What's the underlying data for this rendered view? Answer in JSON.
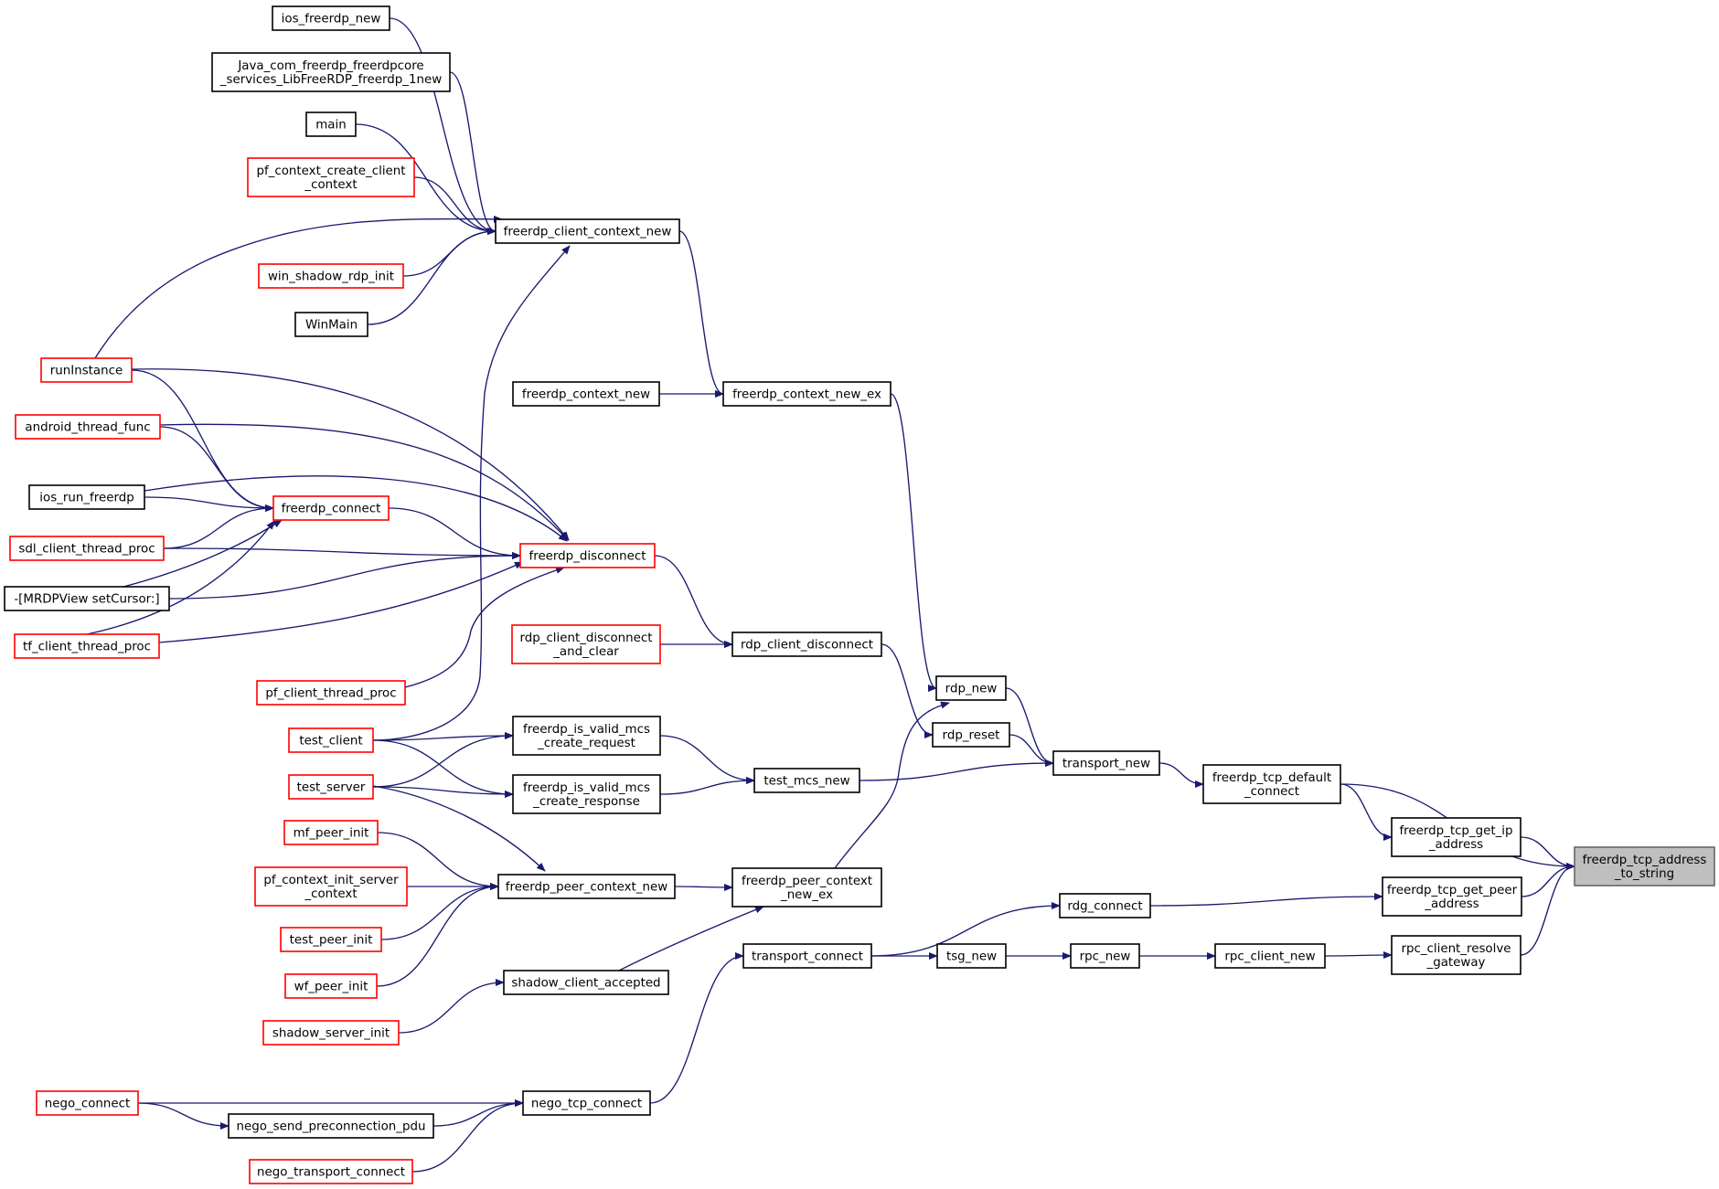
{
  "title": "",
  "legend": {
    "black_border": "",
    "red_border": ""
  },
  "colors": {
    "edge": "#191970",
    "node_border": "#000000",
    "truncated_node_border": "#ff0000",
    "root_fill": "#bfbfbf",
    "root_border": "#666666"
  },
  "nodes": [
    {
      "id": "n_root",
      "lines": [
        "freerdp_tcp_address",
        "_to_string"
      ],
      "style": "root"
    },
    {
      "id": "n_tcp_default_connect",
      "lines": [
        "freerdp_tcp_default",
        "_connect"
      ],
      "style": "plain"
    },
    {
      "id": "n_tcp_get_ip",
      "lines": [
        "freerdp_tcp_get_ip",
        "_address"
      ],
      "style": "plain"
    },
    {
      "id": "n_tcp_get_peer",
      "lines": [
        "freerdp_tcp_get_peer",
        "_address"
      ],
      "style": "plain"
    },
    {
      "id": "n_rpc_resolve",
      "lines": [
        "rpc_client_resolve",
        "_gateway"
      ],
      "style": "plain"
    },
    {
      "id": "n_transport_new",
      "lines": [
        "transport_new"
      ],
      "style": "plain"
    },
    {
      "id": "n_rdg_connect",
      "lines": [
        "rdg_connect"
      ],
      "style": "plain"
    },
    {
      "id": "n_rpc_client_new",
      "lines": [
        "rpc_client_new"
      ],
      "style": "plain"
    },
    {
      "id": "n_rpc_new",
      "lines": [
        "rpc_new"
      ],
      "style": "plain"
    },
    {
      "id": "n_tsg_new",
      "lines": [
        "tsg_new"
      ],
      "style": "plain"
    },
    {
      "id": "n_transport_connect",
      "lines": [
        "transport_connect"
      ],
      "style": "plain"
    },
    {
      "id": "n_rdp_new",
      "lines": [
        "rdp_new"
      ],
      "style": "plain"
    },
    {
      "id": "n_rdp_reset",
      "lines": [
        "rdp_reset"
      ],
      "style": "plain"
    },
    {
      "id": "n_test_mcs_new",
      "lines": [
        "test_mcs_new"
      ],
      "style": "plain"
    },
    {
      "id": "n_ctx_new_ex",
      "lines": [
        "freerdp_context_new_ex"
      ],
      "style": "plain"
    },
    {
      "id": "n_rdp_client_disconnect",
      "lines": [
        "rdp_client_disconnect"
      ],
      "style": "plain"
    },
    {
      "id": "n_peer_ctx_new_ex",
      "lines": [
        "freerdp_peer_context",
        "_new_ex"
      ],
      "style": "plain"
    },
    {
      "id": "n_nego_tcp_connect",
      "lines": [
        "nego_tcp_connect"
      ],
      "style": "plain"
    },
    {
      "id": "n_client_ctx_new",
      "lines": [
        "freerdp_client_context_new"
      ],
      "style": "plain"
    },
    {
      "id": "n_ctx_new",
      "lines": [
        "freerdp_context_new"
      ],
      "style": "plain"
    },
    {
      "id": "n_freerdp_disconnect",
      "lines": [
        "freerdp_disconnect"
      ],
      "style": "trunc"
    },
    {
      "id": "n_rdp_cl_disc_clear",
      "lines": [
        "rdp_client_disconnect",
        "_and_clear"
      ],
      "style": "trunc"
    },
    {
      "id": "n_valid_mcs_req",
      "lines": [
        "freerdp_is_valid_mcs",
        "_create_request"
      ],
      "style": "plain"
    },
    {
      "id": "n_valid_mcs_resp",
      "lines": [
        "freerdp_is_valid_mcs",
        "_create_response"
      ],
      "style": "plain"
    },
    {
      "id": "n_peer_ctx_new",
      "lines": [
        "freerdp_peer_context_new"
      ],
      "style": "plain"
    },
    {
      "id": "n_shadow_client_accepted",
      "lines": [
        "shadow_client_accepted"
      ],
      "style": "plain"
    },
    {
      "id": "n_nego_send_pcpdu",
      "lines": [
        "nego_send_preconnection_pdu"
      ],
      "style": "plain"
    },
    {
      "id": "n_nego_transport_connect",
      "lines": [
        "nego_transport_connect"
      ],
      "style": "trunc"
    },
    {
      "id": "n_ios_freerdp_new",
      "lines": [
        "ios_freerdp_new"
      ],
      "style": "plain"
    },
    {
      "id": "n_java_new",
      "lines": [
        "Java_com_freerdp_freerdpcore",
        "_services_LibFreeRDP_freerdp_1new"
      ],
      "style": "plain"
    },
    {
      "id": "n_main",
      "lines": [
        "main"
      ],
      "style": "plain"
    },
    {
      "id": "n_pf_ctx_create_client",
      "lines": [
        "pf_context_create_client",
        "_context"
      ],
      "style": "trunc"
    },
    {
      "id": "n_win_shadow_rdp_init",
      "lines": [
        "win_shadow_rdp_init"
      ],
      "style": "trunc"
    },
    {
      "id": "n_winmain",
      "lines": [
        "WinMain"
      ],
      "style": "plain"
    },
    {
      "id": "n_freerdp_connect",
      "lines": [
        "freerdp_connect"
      ],
      "style": "trunc"
    },
    {
      "id": "n_pf_client_thread_proc",
      "lines": [
        "pf_client_thread_proc"
      ],
      "style": "trunc"
    },
    {
      "id": "n_test_client",
      "lines": [
        "test_client"
      ],
      "style": "trunc"
    },
    {
      "id": "n_test_server",
      "lines": [
        "test_server"
      ],
      "style": "trunc"
    },
    {
      "id": "n_mf_peer_init",
      "lines": [
        "mf_peer_init"
      ],
      "style": "trunc"
    },
    {
      "id": "n_pf_ctx_init_server",
      "lines": [
        "pf_context_init_server",
        "_context"
      ],
      "style": "trunc"
    },
    {
      "id": "n_test_peer_init",
      "lines": [
        "test_peer_init"
      ],
      "style": "trunc"
    },
    {
      "id": "n_wf_peer_init",
      "lines": [
        "wf_peer_init"
      ],
      "style": "trunc"
    },
    {
      "id": "n_shadow_server_init",
      "lines": [
        "shadow_server_init"
      ],
      "style": "trunc"
    },
    {
      "id": "n_nego_connect",
      "lines": [
        "nego_connect"
      ],
      "style": "trunc"
    },
    {
      "id": "n_runinstance",
      "lines": [
        "runInstance"
      ],
      "style": "trunc"
    },
    {
      "id": "n_android_thread_func",
      "lines": [
        "android_thread_func"
      ],
      "style": "trunc"
    },
    {
      "id": "n_ios_run_freerdp",
      "lines": [
        "ios_run_freerdp"
      ],
      "style": "plain"
    },
    {
      "id": "n_sdl_client_thread_proc",
      "lines": [
        "sdl_client_thread_proc"
      ],
      "style": "trunc"
    },
    {
      "id": "n_mrdpview_setcursor",
      "lines": [
        "-[MRDPView setCursor:]"
      ],
      "style": "plain"
    },
    {
      "id": "n_tf_client_thread_proc",
      "lines": [
        "tf_client_thread_proc"
      ],
      "style": "trunc"
    }
  ],
  "edges": [
    {
      "from": "n_tcp_default_connect",
      "to": "n_root"
    },
    {
      "from": "n_tcp_get_ip",
      "to": "n_root"
    },
    {
      "from": "n_tcp_get_peer",
      "to": "n_root"
    },
    {
      "from": "n_rpc_resolve",
      "to": "n_root"
    },
    {
      "from": "n_tcp_default_connect",
      "to": "n_tcp_get_ip"
    },
    {
      "from": "n_transport_new",
      "to": "n_tcp_default_connect"
    },
    {
      "from": "n_rdg_connect",
      "to": "n_tcp_get_peer"
    },
    {
      "from": "n_rpc_client_new",
      "to": "n_rpc_resolve"
    },
    {
      "from": "n_rpc_new",
      "to": "n_rpc_client_new"
    },
    {
      "from": "n_tsg_new",
      "to": "n_rpc_new"
    },
    {
      "from": "n_transport_connect",
      "to": "n_tsg_new"
    },
    {
      "from": "n_transport_connect",
      "to": "n_rdg_connect"
    },
    {
      "from": "n_rdp_new",
      "to": "n_transport_new"
    },
    {
      "from": "n_rdp_reset",
      "to": "n_transport_new"
    },
    {
      "from": "n_test_mcs_new",
      "to": "n_transport_new"
    },
    {
      "from": "n_ctx_new_ex",
      "to": "n_rdp_new"
    },
    {
      "from": "n_peer_ctx_new_ex",
      "to": "n_rdp_new"
    },
    {
      "from": "n_rdp_client_disconnect",
      "to": "n_rdp_reset"
    },
    {
      "from": "n_nego_tcp_connect",
      "to": "n_transport_connect"
    },
    {
      "from": "n_shadow_client_accepted",
      "to": "n_peer_ctx_new_ex"
    },
    {
      "from": "n_peer_ctx_new",
      "to": "n_peer_ctx_new_ex"
    },
    {
      "from": "n_client_ctx_new",
      "to": "n_ctx_new_ex"
    },
    {
      "from": "n_ctx_new",
      "to": "n_ctx_new_ex"
    },
    {
      "from": "n_freerdp_disconnect",
      "to": "n_rdp_client_disconnect"
    },
    {
      "from": "n_rdp_cl_disc_clear",
      "to": "n_rdp_client_disconnect"
    },
    {
      "from": "n_valid_mcs_req",
      "to": "n_test_mcs_new"
    },
    {
      "from": "n_valid_mcs_resp",
      "to": "n_test_mcs_new"
    },
    {
      "from": "n_nego_connect",
      "to": "n_nego_tcp_connect"
    },
    {
      "from": "n_nego_send_pcpdu",
      "to": "n_nego_tcp_connect"
    },
    {
      "from": "n_nego_transport_connect",
      "to": "n_nego_tcp_connect"
    },
    {
      "from": "n_nego_connect",
      "to": "n_nego_send_pcpdu"
    },
    {
      "from": "n_ios_freerdp_new",
      "to": "n_client_ctx_new"
    },
    {
      "from": "n_java_new",
      "to": "n_client_ctx_new"
    },
    {
      "from": "n_main",
      "to": "n_client_ctx_new"
    },
    {
      "from": "n_pf_ctx_create_client",
      "to": "n_client_ctx_new"
    },
    {
      "from": "n_runinstance",
      "to": "n_client_ctx_new"
    },
    {
      "from": "n_win_shadow_rdp_init",
      "to": "n_client_ctx_new"
    },
    {
      "from": "n_winmain",
      "to": "n_client_ctx_new"
    },
    {
      "from": "n_test_client",
      "to": "n_client_ctx_new"
    },
    {
      "from": "n_runinstance",
      "to": "n_freerdp_disconnect"
    },
    {
      "from": "n_android_thread_func",
      "to": "n_freerdp_disconnect"
    },
    {
      "from": "n_ios_run_freerdp",
      "to": "n_freerdp_disconnect"
    },
    {
      "from": "n_freerdp_connect",
      "to": "n_freerdp_disconnect"
    },
    {
      "from": "n_sdl_client_thread_proc",
      "to": "n_freerdp_disconnect"
    },
    {
      "from": "n_mrdpview_setcursor",
      "to": "n_freerdp_disconnect"
    },
    {
      "from": "n_tf_client_thread_proc",
      "to": "n_freerdp_disconnect"
    },
    {
      "from": "n_pf_client_thread_proc",
      "to": "n_freerdp_disconnect"
    },
    {
      "from": "n_runinstance",
      "to": "n_freerdp_connect"
    },
    {
      "from": "n_android_thread_func",
      "to": "n_freerdp_connect"
    },
    {
      "from": "n_ios_run_freerdp",
      "to": "n_freerdp_connect"
    },
    {
      "from": "n_sdl_client_thread_proc",
      "to": "n_freerdp_connect"
    },
    {
      "from": "n_mrdpview_setcursor",
      "to": "n_freerdp_connect"
    },
    {
      "from": "n_tf_client_thread_proc",
      "to": "n_freerdp_connect"
    },
    {
      "from": "n_test_client",
      "to": "n_valid_mcs_req"
    },
    {
      "from": "n_test_client",
      "to": "n_valid_mcs_resp"
    },
    {
      "from": "n_test_server",
      "to": "n_valid_mcs_req"
    },
    {
      "from": "n_test_server",
      "to": "n_valid_mcs_resp"
    },
    {
      "from": "n_test_server",
      "to": "n_peer_ctx_new"
    },
    {
      "from": "n_mf_peer_init",
      "to": "n_peer_ctx_new"
    },
    {
      "from": "n_pf_ctx_init_server",
      "to": "n_peer_ctx_new"
    },
    {
      "from": "n_test_peer_init",
      "to": "n_peer_ctx_new"
    },
    {
      "from": "n_wf_peer_init",
      "to": "n_peer_ctx_new"
    },
    {
      "from": "n_shadow_server_init",
      "to": "n_shadow_client_accepted"
    }
  ]
}
